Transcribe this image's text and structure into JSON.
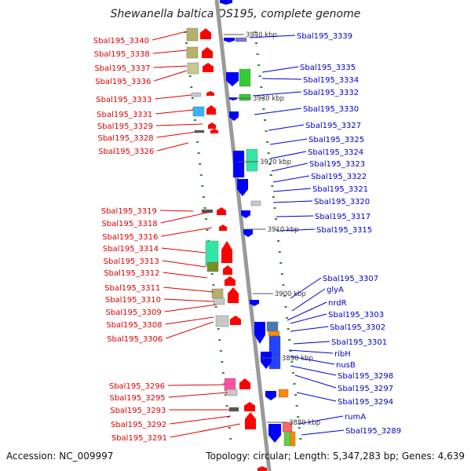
{
  "title": "Shewanella baltica OS195, complete genome",
  "footer": {
    "accession": "Accession: NC_009997",
    "topology": "Topology: circular; Length: 5,347,283 bp; Genes: 4,639"
  },
  "colors": {
    "forward_label": "#e00000",
    "reverse_label": "#0000cc",
    "backbone": "#999999",
    "tick": "#2a8a2a"
  },
  "ticks": [
    "3940 kbp",
    "3930 kbp",
    "3920 kbp",
    "3910 kbp",
    "3900 kbp",
    "3890 kbp",
    "3880 kbp"
  ],
  "left_labels": [
    "Sbal195_3340",
    "Sbal195_3338",
    "Sbal195_3337",
    "Sbal195_3336",
    "Sbal195_3333",
    "Sbal195_3331",
    "Sbal195_3329",
    "Sbal195_3328",
    "Sbal195_3326",
    "Sbal195_3319",
    "Sbal195_3318",
    "Sbal195_3316",
    "Sbal195_3314",
    "Sbal195_3313",
    "Sbal195_3312",
    "Sbal195_3311",
    "Sbal195_3310",
    "Sbal195_3309",
    "Sbal195_3308",
    "Sbal195_3306",
    "Sbal195_3296",
    "Sbal195_3295",
    "Sbal195_3293",
    "Sbal195_3292",
    "Sbal195_3291"
  ],
  "right_labels": [
    "Sbal195_3339",
    "Sbal195_3335",
    "Sbal195_3334",
    "Sbal195_3332",
    "Sbal195_3330",
    "Sbal195_3327",
    "Sbal195_3325",
    "Sbal195_3324",
    "Sbal195_3323",
    "Sbal195_3322",
    "Sbal195_3321",
    "Sbal195_3320",
    "Sbal195_3317",
    "Sbal195_3315",
    "Sbal195_3307",
    "glyA",
    "nrdR",
    "Sbal195_3303",
    "Sbal195_3302",
    "Sbal195_3301",
    "ribH",
    "nusB",
    "Sbal195_3298",
    "Sbal195_3297",
    "Sbal195_3294",
    "rumA",
    "Sbal195_3289"
  ]
}
